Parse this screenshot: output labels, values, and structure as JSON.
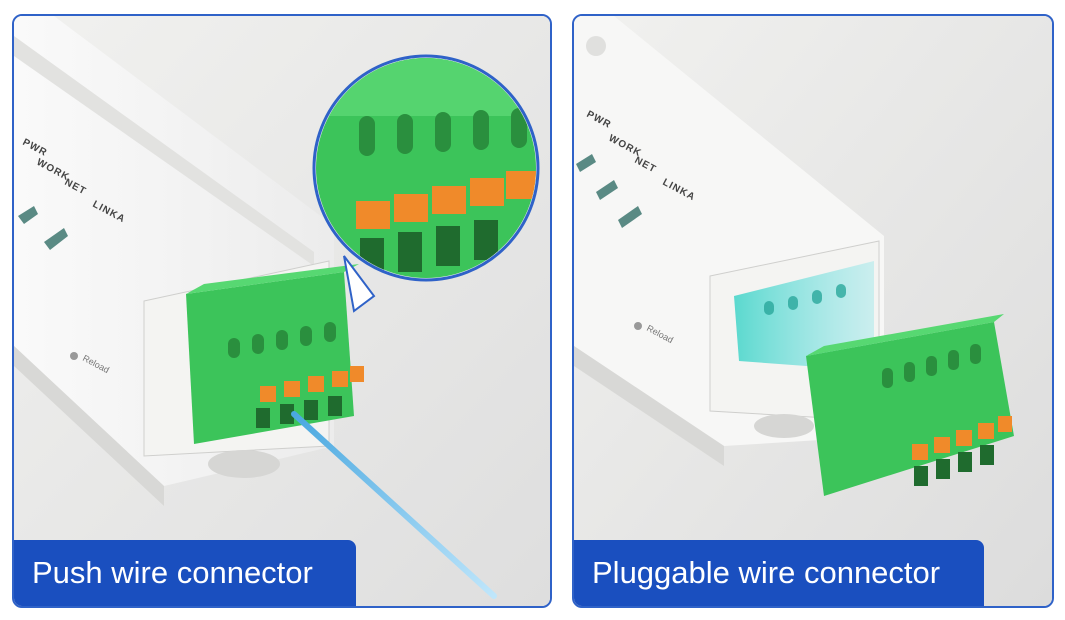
{
  "panels": [
    {
      "caption": "Push wire connector",
      "leds": [
        "PWR",
        "WORK",
        "NET",
        "LINKA"
      ],
      "button_label": "Reload"
    },
    {
      "caption": "Pluggable wire connector",
      "leds": [
        "PWR",
        "WORK",
        "NET",
        "LINKA"
      ],
      "button_label": "Reload"
    }
  ],
  "colors": {
    "accent_blue": "#1a4fbf",
    "terminal_green": "#3cc45a",
    "lever_orange": "#f08a2a",
    "wire_blue": "#7fc9ef"
  }
}
